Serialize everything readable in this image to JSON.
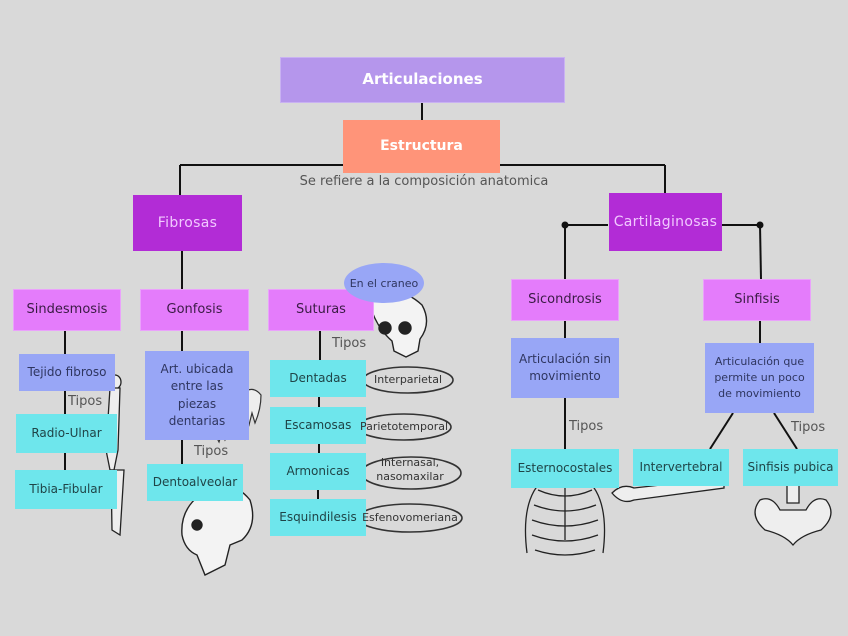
{
  "title": "Articulaciones",
  "structure": {
    "label": "Estructura",
    "caption": "Se refiere a la composición anatomica"
  },
  "fibrosas": {
    "label": "Fibrosas",
    "sindesmosis": {
      "label": "Sindesmosis",
      "desc": "Tejido fibroso",
      "types_label": "Tipos",
      "types": [
        "Radio-Ulnar",
        "Tibia-Fibular"
      ]
    },
    "gonfosis": {
      "label": "Gonfosis",
      "desc": "Art. ubicada entre las piezas dentarias",
      "types_label": "Tipos",
      "types": [
        "Dentoalveolar"
      ]
    },
    "suturas": {
      "label": "Suturas",
      "note": "En el craneo",
      "types_label": "Tipos",
      "types": [
        {
          "label": "Dentadas",
          "example": "Interparietal"
        },
        {
          "label": "Escamosas",
          "example": "Parietotemporal"
        },
        {
          "label": "Armonicas",
          "example": "Internasal, nasomaxilar"
        },
        {
          "label": "Esquindilesis",
          "example": "Esfenovomeriana"
        }
      ]
    }
  },
  "cartilaginosas": {
    "label": "Cartilaginosas",
    "sicondrosis": {
      "label": "Sicondrosis",
      "desc": "Articulación sin movimiento",
      "types_label": "Tipos",
      "types": [
        "Esternocostales"
      ]
    },
    "sinfisis": {
      "label": "Sinfisis",
      "desc": "Articulación que permite un poco de movimiento",
      "types_label": "Tipos",
      "types": [
        "Intervertebral",
        "Sinfisis pubica"
      ]
    }
  },
  "colors": {
    "root": "#b596ec",
    "structure": "#ff9479",
    "category": "#b22cd6",
    "subtype": "#e47cfb",
    "description": "#98a6f6",
    "leaf": "#6ee6ec",
    "background": "#d9d9d9"
  }
}
